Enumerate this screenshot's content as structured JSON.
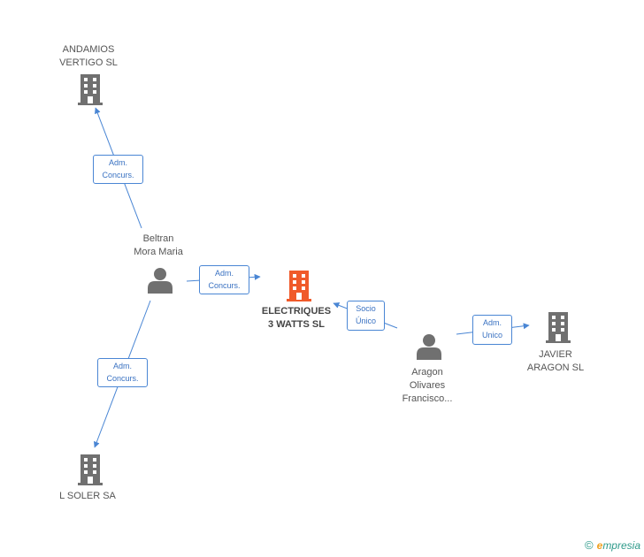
{
  "nodes": {
    "andamios": {
      "lines": [
        "ANDAMIOS",
        "VERTIGO SL"
      ],
      "type": "company"
    },
    "beltran": {
      "lines": [
        "Beltran",
        "Mora Maria"
      ],
      "type": "person"
    },
    "electriques": {
      "lines": [
        "ELECTRIQUES",
        "3 WATTS SL"
      ],
      "type": "company-main"
    },
    "aragon": {
      "lines": [
        "Aragon",
        "Olivares",
        "Francisco..."
      ],
      "type": "person"
    },
    "javier": {
      "lines": [
        "JAVIER",
        "ARAGON SL"
      ],
      "type": "company"
    },
    "lsoler": {
      "lines": [
        "L SOLER SA"
      ],
      "type": "company"
    }
  },
  "edges": {
    "e1": {
      "from": "beltran",
      "to": "andamios",
      "lines": [
        "Adm.",
        "Concurs."
      ]
    },
    "e2": {
      "from": "beltran",
      "to": "electriques",
      "lines": [
        "Adm.",
        "Concurs."
      ]
    },
    "e3": {
      "from": "beltran",
      "to": "lsoler",
      "lines": [
        "Adm.",
        "Concurs."
      ]
    },
    "e4": {
      "from": "aragon",
      "to": "electriques",
      "lines": [
        "Socio",
        "Único"
      ]
    },
    "e5": {
      "from": "aragon",
      "to": "javier",
      "lines": [
        "Adm.",
        "Unico"
      ]
    }
  },
  "footer": {
    "copyright": "©",
    "brand_initial": "e",
    "brand_rest": "mpresia"
  },
  "colors": {
    "edge": "#4a86d4",
    "company": "#707070",
    "main_company": "#f05a2a",
    "person": "#707070"
  }
}
